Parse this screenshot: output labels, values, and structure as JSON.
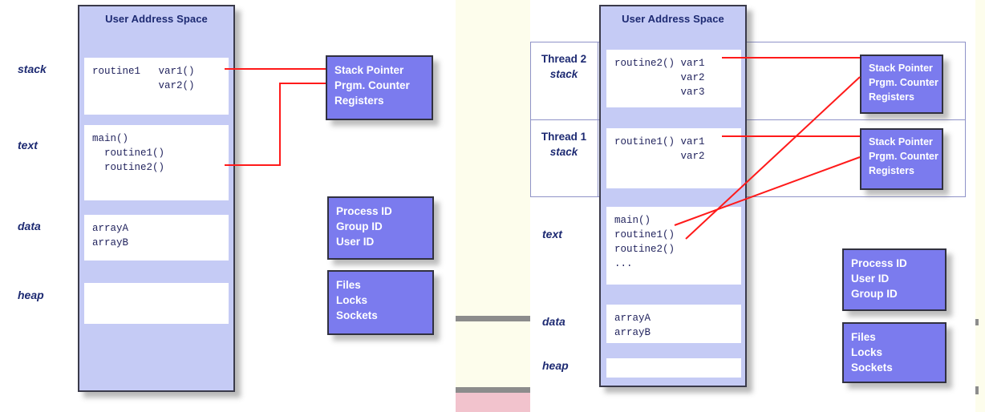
{
  "diagram": {
    "title_left": "User Address Space",
    "title_right": "User Address Space"
  },
  "colors": {
    "address_space_fill": "#c5cbf5",
    "attribute_box_fill": "#7b7bee",
    "connector_line": "#ff1a1a",
    "text_navy": "#1d2a72",
    "band_cream": "#fdfdec",
    "band_gray": "#8c8c8c",
    "band_pink": "#f2c3cd"
  },
  "left_process": {
    "title": "User Address Space",
    "section_labels": [
      "stack",
      "text",
      "data",
      "heap"
    ],
    "panes": [
      {
        "name": "stack",
        "lines": "routine1   var1()\n           var2()"
      },
      {
        "name": "text",
        "lines": "main()\n  routine1()\n  routine2()"
      },
      {
        "name": "data",
        "lines": "arrayA\narrayB"
      },
      {
        "name": "heap",
        "lines": ""
      }
    ],
    "attribute_boxes": [
      {
        "name": "thread-registers",
        "lines": "Stack Pointer\nPrgm. Counter\nRegisters"
      },
      {
        "name": "process-ids",
        "lines": "Process ID\nGroup ID\nUser ID"
      },
      {
        "name": "process-resources",
        "lines": "Files\nLocks\nSockets"
      }
    ]
  },
  "right_process": {
    "title": "User Address Space",
    "threads": [
      {
        "label_line1": "Thread 2",
        "label_line2": "stack",
        "pane_lines": "routine2() var1\n           var2\n           var3",
        "registers": "Stack Pointer\nPrgm. Counter\nRegisters"
      },
      {
        "label_line1": "Thread 1",
        "label_line2": "stack",
        "pane_lines": "routine1() var1\n           var2",
        "registers": "Stack Pointer\nPrgm. Counter\nRegisters"
      }
    ],
    "section_labels": [
      "text",
      "data",
      "heap"
    ],
    "panes": [
      {
        "name": "text",
        "lines": "main()\nroutine1()\nroutine2()\n..."
      },
      {
        "name": "data",
        "lines": "arrayA\narrayB"
      },
      {
        "name": "heap",
        "lines": ""
      }
    ],
    "attribute_boxes": [
      {
        "name": "process-ids",
        "lines": "Process ID\nUser ID\nGroup ID"
      },
      {
        "name": "process-resources",
        "lines": "Files\nLocks\nSockets"
      }
    ]
  }
}
